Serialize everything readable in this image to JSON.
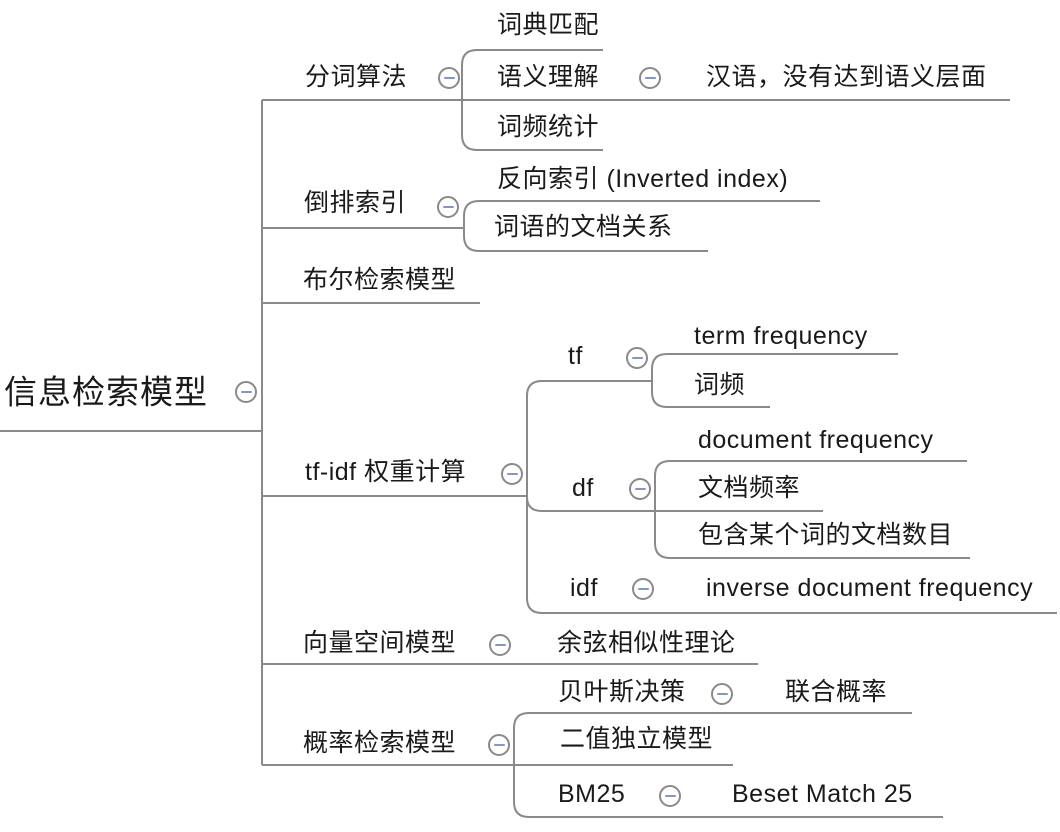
{
  "app": {
    "kind": "mindmap-diagram"
  },
  "colors": {
    "line": "#8a8a8a",
    "text": "#1a1a1a",
    "collapse_dash": "#8595c9",
    "background": "#ffffff"
  },
  "icons": {
    "collapse_button": "minus-circle-icon"
  },
  "mindmap": {
    "root": {
      "label": "信息检索模型",
      "children": [
        {
          "label": "分词算法",
          "children": [
            {
              "label": "词典匹配"
            },
            {
              "label": "语义理解",
              "children": [
                {
                  "label": "汉语，没有达到语义层面"
                }
              ]
            },
            {
              "label": "词频统计"
            }
          ]
        },
        {
          "label": "倒排索引",
          "children": [
            {
              "label": "反向索引 (Inverted index)"
            },
            {
              "label": "词语的文档关系"
            }
          ]
        },
        {
          "label": "布尔检索模型"
        },
        {
          "label": "tf-idf 权重计算",
          "children": [
            {
              "label": "tf",
              "children": [
                {
                  "label": "term frequency"
                },
                {
                  "label": "词频"
                }
              ]
            },
            {
              "label": "df",
              "children": [
                {
                  "label": "document frequency"
                },
                {
                  "label": "文档频率"
                },
                {
                  "label": "包含某个词的文档数目"
                }
              ]
            },
            {
              "label": "idf",
              "children": [
                {
                  "label": "inverse document frequency"
                }
              ]
            }
          ]
        },
        {
          "label": "向量空间模型",
          "children": [
            {
              "label": "余弦相似性理论"
            }
          ]
        },
        {
          "label": "概率检索模型",
          "children": [
            {
              "label": "贝叶斯决策",
              "children": [
                {
                  "label": "联合概率"
                }
              ]
            },
            {
              "label": "二值独立模型"
            },
            {
              "label": "BM25",
              "children": [
                {
                  "label": "Beset Match 25"
                }
              ]
            }
          ]
        }
      ]
    }
  }
}
